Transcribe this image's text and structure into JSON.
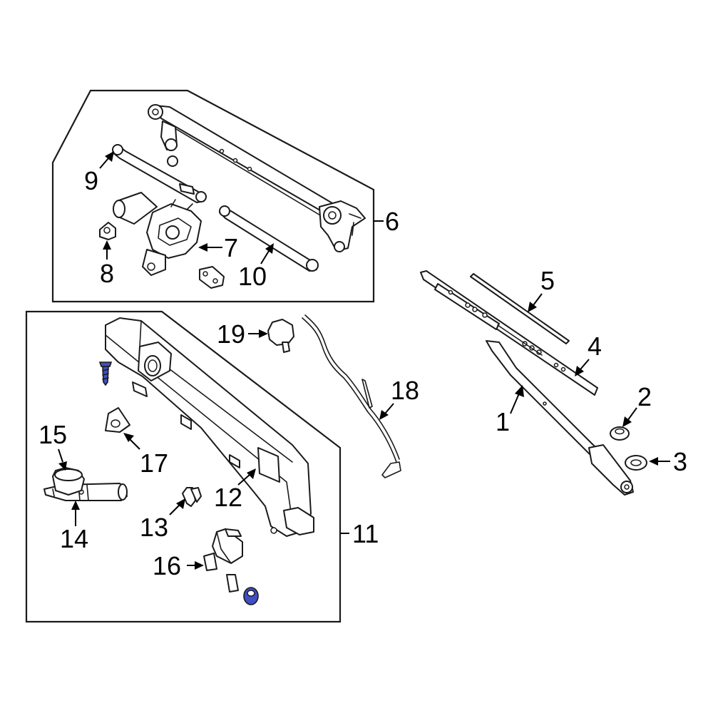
{
  "diagram": {
    "highlight_color": "#3f4fc4",
    "callouts": {
      "c1": "1",
      "c2": "2",
      "c3": "3",
      "c4": "4",
      "c5": "5",
      "c6": "6",
      "c7": "7",
      "c8": "8",
      "c9": "9",
      "c10": "10",
      "c11": "11",
      "c12": "12",
      "c13": "13",
      "c14": "14",
      "c15": "15",
      "c16": "16",
      "c17": "17",
      "c18": "18",
      "c19": "19"
    }
  }
}
